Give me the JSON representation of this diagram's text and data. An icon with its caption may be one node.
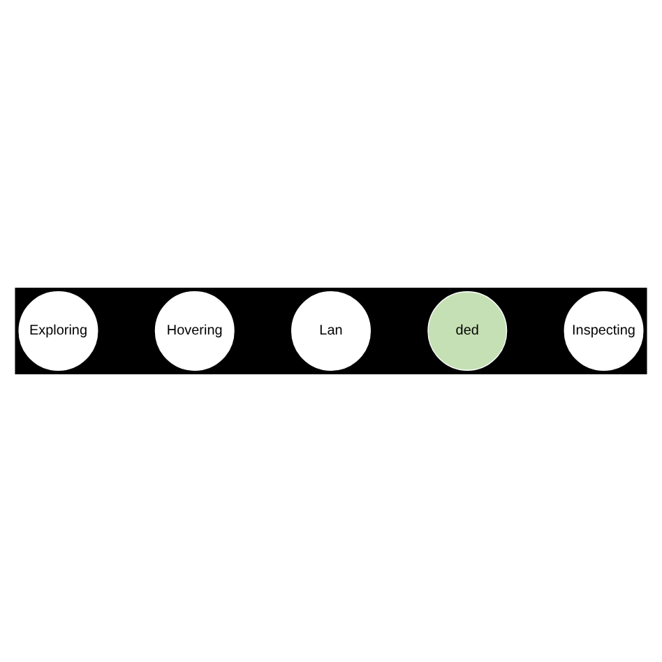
{
  "diagram": {
    "nodes": [
      {
        "text": [
          "Exploring"
        ]
      },
      {
        "text": [
          "Hovering"
        ]
      },
      {
        "text": [
          "Lan"
        ]
      },
      {
        "text": [
          "ded"
        ]
      },
      {
        "text": [
          "Inspecting"
        ]
      }
    ]
  }
}
